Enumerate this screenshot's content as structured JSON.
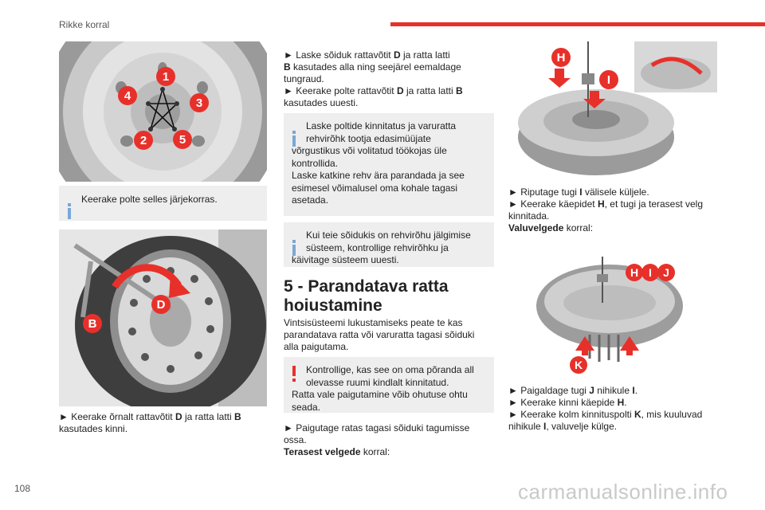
{
  "header": {
    "title": "Rikke korral"
  },
  "footer": {
    "page_number": "108",
    "watermark": "carmanualsonline.info"
  },
  "col1": {
    "img1_labels": [
      "1",
      "2",
      "3",
      "4",
      "5"
    ],
    "note1": "Keerake polte selles järjekorras.",
    "img2_labels": [
      "D",
      "B"
    ],
    "para1_bullet": "►",
    "para1_a": " Keerake õrnalt rattavõtit ",
    "para1_b": "D",
    "para1_c": " ja ratta latti ",
    "para1_d": "B",
    "para1_e": "kasutades kinni."
  },
  "col2": {
    "p1_l1a": "► Laske sõiduk rattavõtit ",
    "p1_l1b": "D",
    "p1_l1c": " ja ratta latti",
    "p1_l2a": "B",
    "p1_l2b": " kasutades alla ning seejärel eemaldage",
    "p1_l3": "tungraud.",
    "p1_l4a": "► Keerake polte rattavõtit ",
    "p1_l4b": "D",
    "p1_l4c": " ja ratta latti ",
    "p1_l4d": "B",
    "p1_l5": "kasutades uuesti.",
    "note2_lines": [
      "Laske poltide kinnitatus ja varuratta",
      "rehvirõhk tootja edasimüüjate",
      "võrgustikus või volitatud töökojas üle",
      "kontrollida.",
      "Laske katkine rehv ära parandada ja see",
      "esimesel võimalusel oma kohale tagasi",
      "asetada."
    ],
    "note3_lines": [
      "Kui teie sõidukis on rehvirõhu jälgimise",
      "süsteem, kontrollige rehvirõhku ja",
      "käivitage süsteem uuesti."
    ],
    "heading_l1": "5 - Parandatava ratta",
    "heading_l2": "hoiustamine",
    "p2_lines": [
      "Vintsisüsteemi lukustamiseks peate te kas",
      "parandatava ratta või varuratta tagasi sõiduki",
      "alla paigutama."
    ],
    "warn_lines": [
      "Kontrollige, kas see on oma põranda all",
      "olevasse ruumi kindlalt kinnitatud.",
      "Ratta vale paigutamine võib ohutuse ohtu",
      "seada."
    ],
    "p3_l1": "► Paigutage ratas tagasi sõiduki tagumisse",
    "p3_l2": "ossa.",
    "p3_l3a": "Terasest velgede",
    "p3_l3b": " korral:"
  },
  "col3": {
    "img3_labels": [
      "H",
      "I"
    ],
    "p1_l1a": "► Riputage tugi ",
    "p1_l1b": "I",
    "p1_l1c": " välisele küljele.",
    "p1_l2a": "► Keerake käepidet ",
    "p1_l2b": "H",
    "p1_l2c": ", et tugi ja terasest velg",
    "p1_l3": "kinnitada.",
    "p1_l4a": "Valuvelgede",
    "p1_l4b": " korral:",
    "img4_labels": [
      "H",
      "I",
      "J",
      "K"
    ],
    "p2_l1a": "► Paigaldage tugi ",
    "p2_l1b": "J",
    "p2_l1c": " nihikule ",
    "p2_l1d": "I",
    "p2_l1e": ".",
    "p2_l2a": "► Keerake kinni käepide ",
    "p2_l2b": "H",
    "p2_l2c": ".",
    "p2_l3a": "► Keerake kolm kinnituspolti ",
    "p2_l3b": "K",
    "p2_l3c": ", mis kuuluvad",
    "p2_l4a": "nihikule ",
    "p2_l4b": "I",
    "p2_l4c": ", valuvelje külge."
  },
  "colors": {
    "accent": "#e8302a",
    "info": "#7aa7d6",
    "note_bg": "#eeeeee"
  }
}
